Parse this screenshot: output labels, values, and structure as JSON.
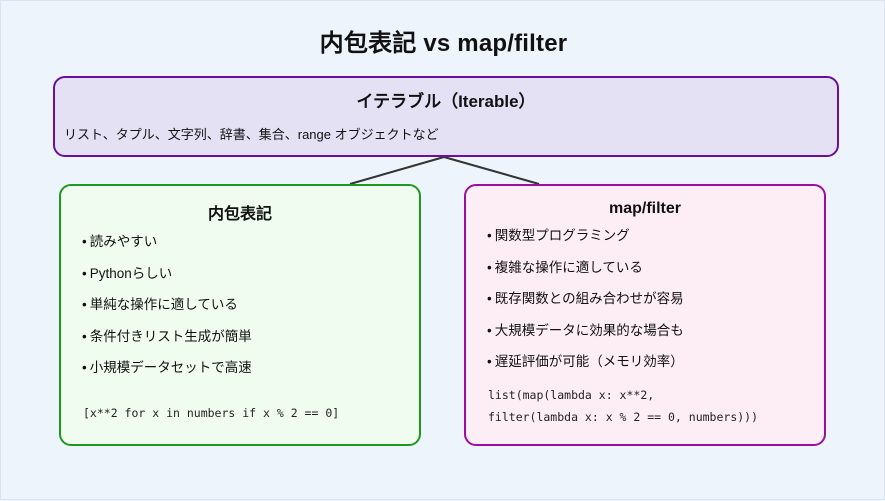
{
  "diagram": {
    "title": "内包表記 vs map/filter",
    "background_color": "#eef4fc",
    "root": {
      "heading": "イテラブル（Iterable）",
      "subtext": "リスト、タプル、文字列、辞書、集合、range オブジェクトなど",
      "fill_color": "#e4e1f5",
      "border_color": "#6a0f9b"
    },
    "children": [
      {
        "heading": "内包表記",
        "fill_color": "#f0fcf0",
        "border_color": "#1e9920",
        "bullet": "•",
        "items": [
          "読みやすい",
          "Pythonらしい",
          "単純な操作に適している",
          "条件付きリスト生成が簡単",
          "小規模データセットで高速"
        ],
        "code": "[x**2 for x in numbers if x % 2 == 0]"
      },
      {
        "heading": "map/filter",
        "fill_color": "#fdeef5",
        "border_color": "#9b0f9b",
        "bullet": "•",
        "items": [
          "関数型プログラミング",
          "複雑な操作に適している",
          "既存関数との組み合わせが容易",
          "大規模データに効果的な場合も",
          "遅延評価が可能（メモリ効率）"
        ],
        "code": "list(map(lambda x: x**2,\nfilter(lambda x: x % 2 == 0, numbers)))"
      }
    ],
    "connector_color": "#333333"
  }
}
